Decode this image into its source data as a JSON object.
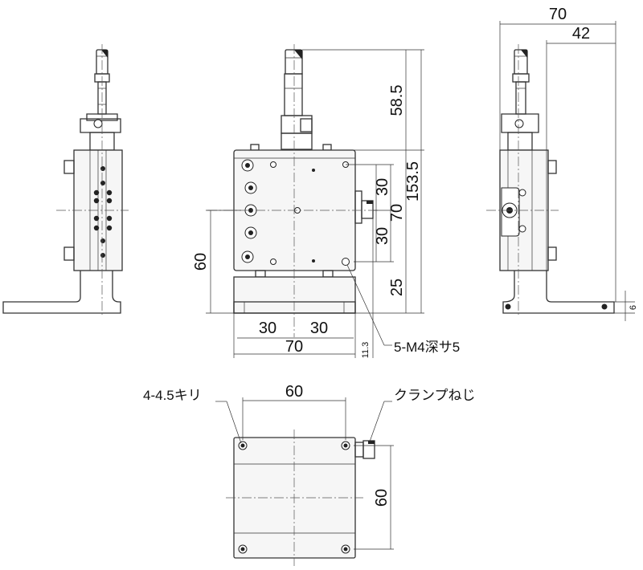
{
  "dimensions": {
    "front_height_upper": "58.5",
    "front_total_height": "153.5",
    "front_right_30_upper": "30",
    "front_right_70": "70",
    "front_right_30_lower": "30",
    "front_right_25": "25",
    "front_left_60": "60",
    "front_bottom_30_left": "30",
    "front_bottom_30_right": "30",
    "front_bottom_70": "70",
    "front_bottom_11_3": "11.3",
    "side_width_70": "70",
    "side_width_42": "42",
    "side_thickness_6": "6",
    "bottom_top_60": "60",
    "bottom_right_60": "60"
  },
  "callouts": {
    "tapped_holes": "5-M4深サ5",
    "through_holes": "4-4.5キリ",
    "clamp_screw": "クランプねじ"
  }
}
